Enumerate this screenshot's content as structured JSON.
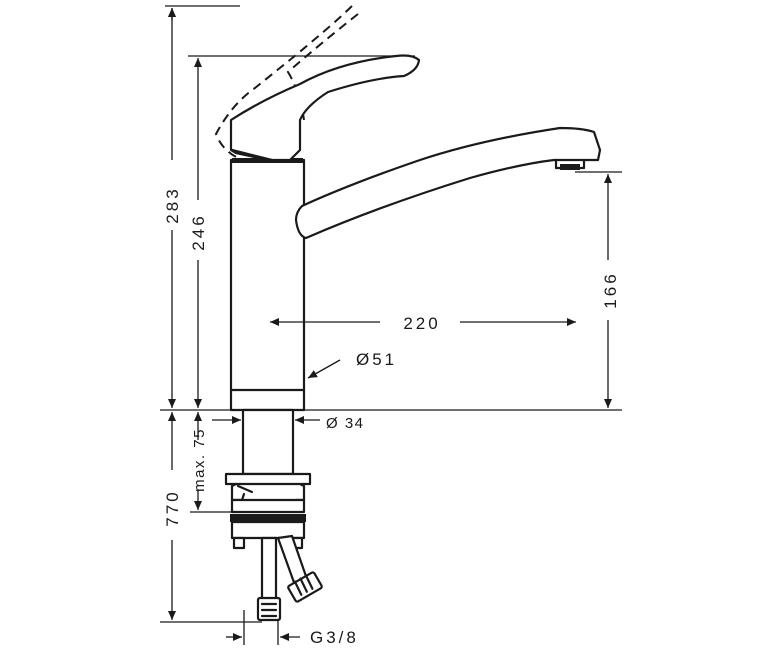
{
  "dimensions": {
    "total_height": "283",
    "body_height": "246",
    "spout_height": "166",
    "spout_reach": "220",
    "body_diameter": "Ø51",
    "shank_diameter": "Ø 34",
    "max_thickness": "max. 75",
    "hose_length": "770",
    "connection": "G3/8"
  }
}
